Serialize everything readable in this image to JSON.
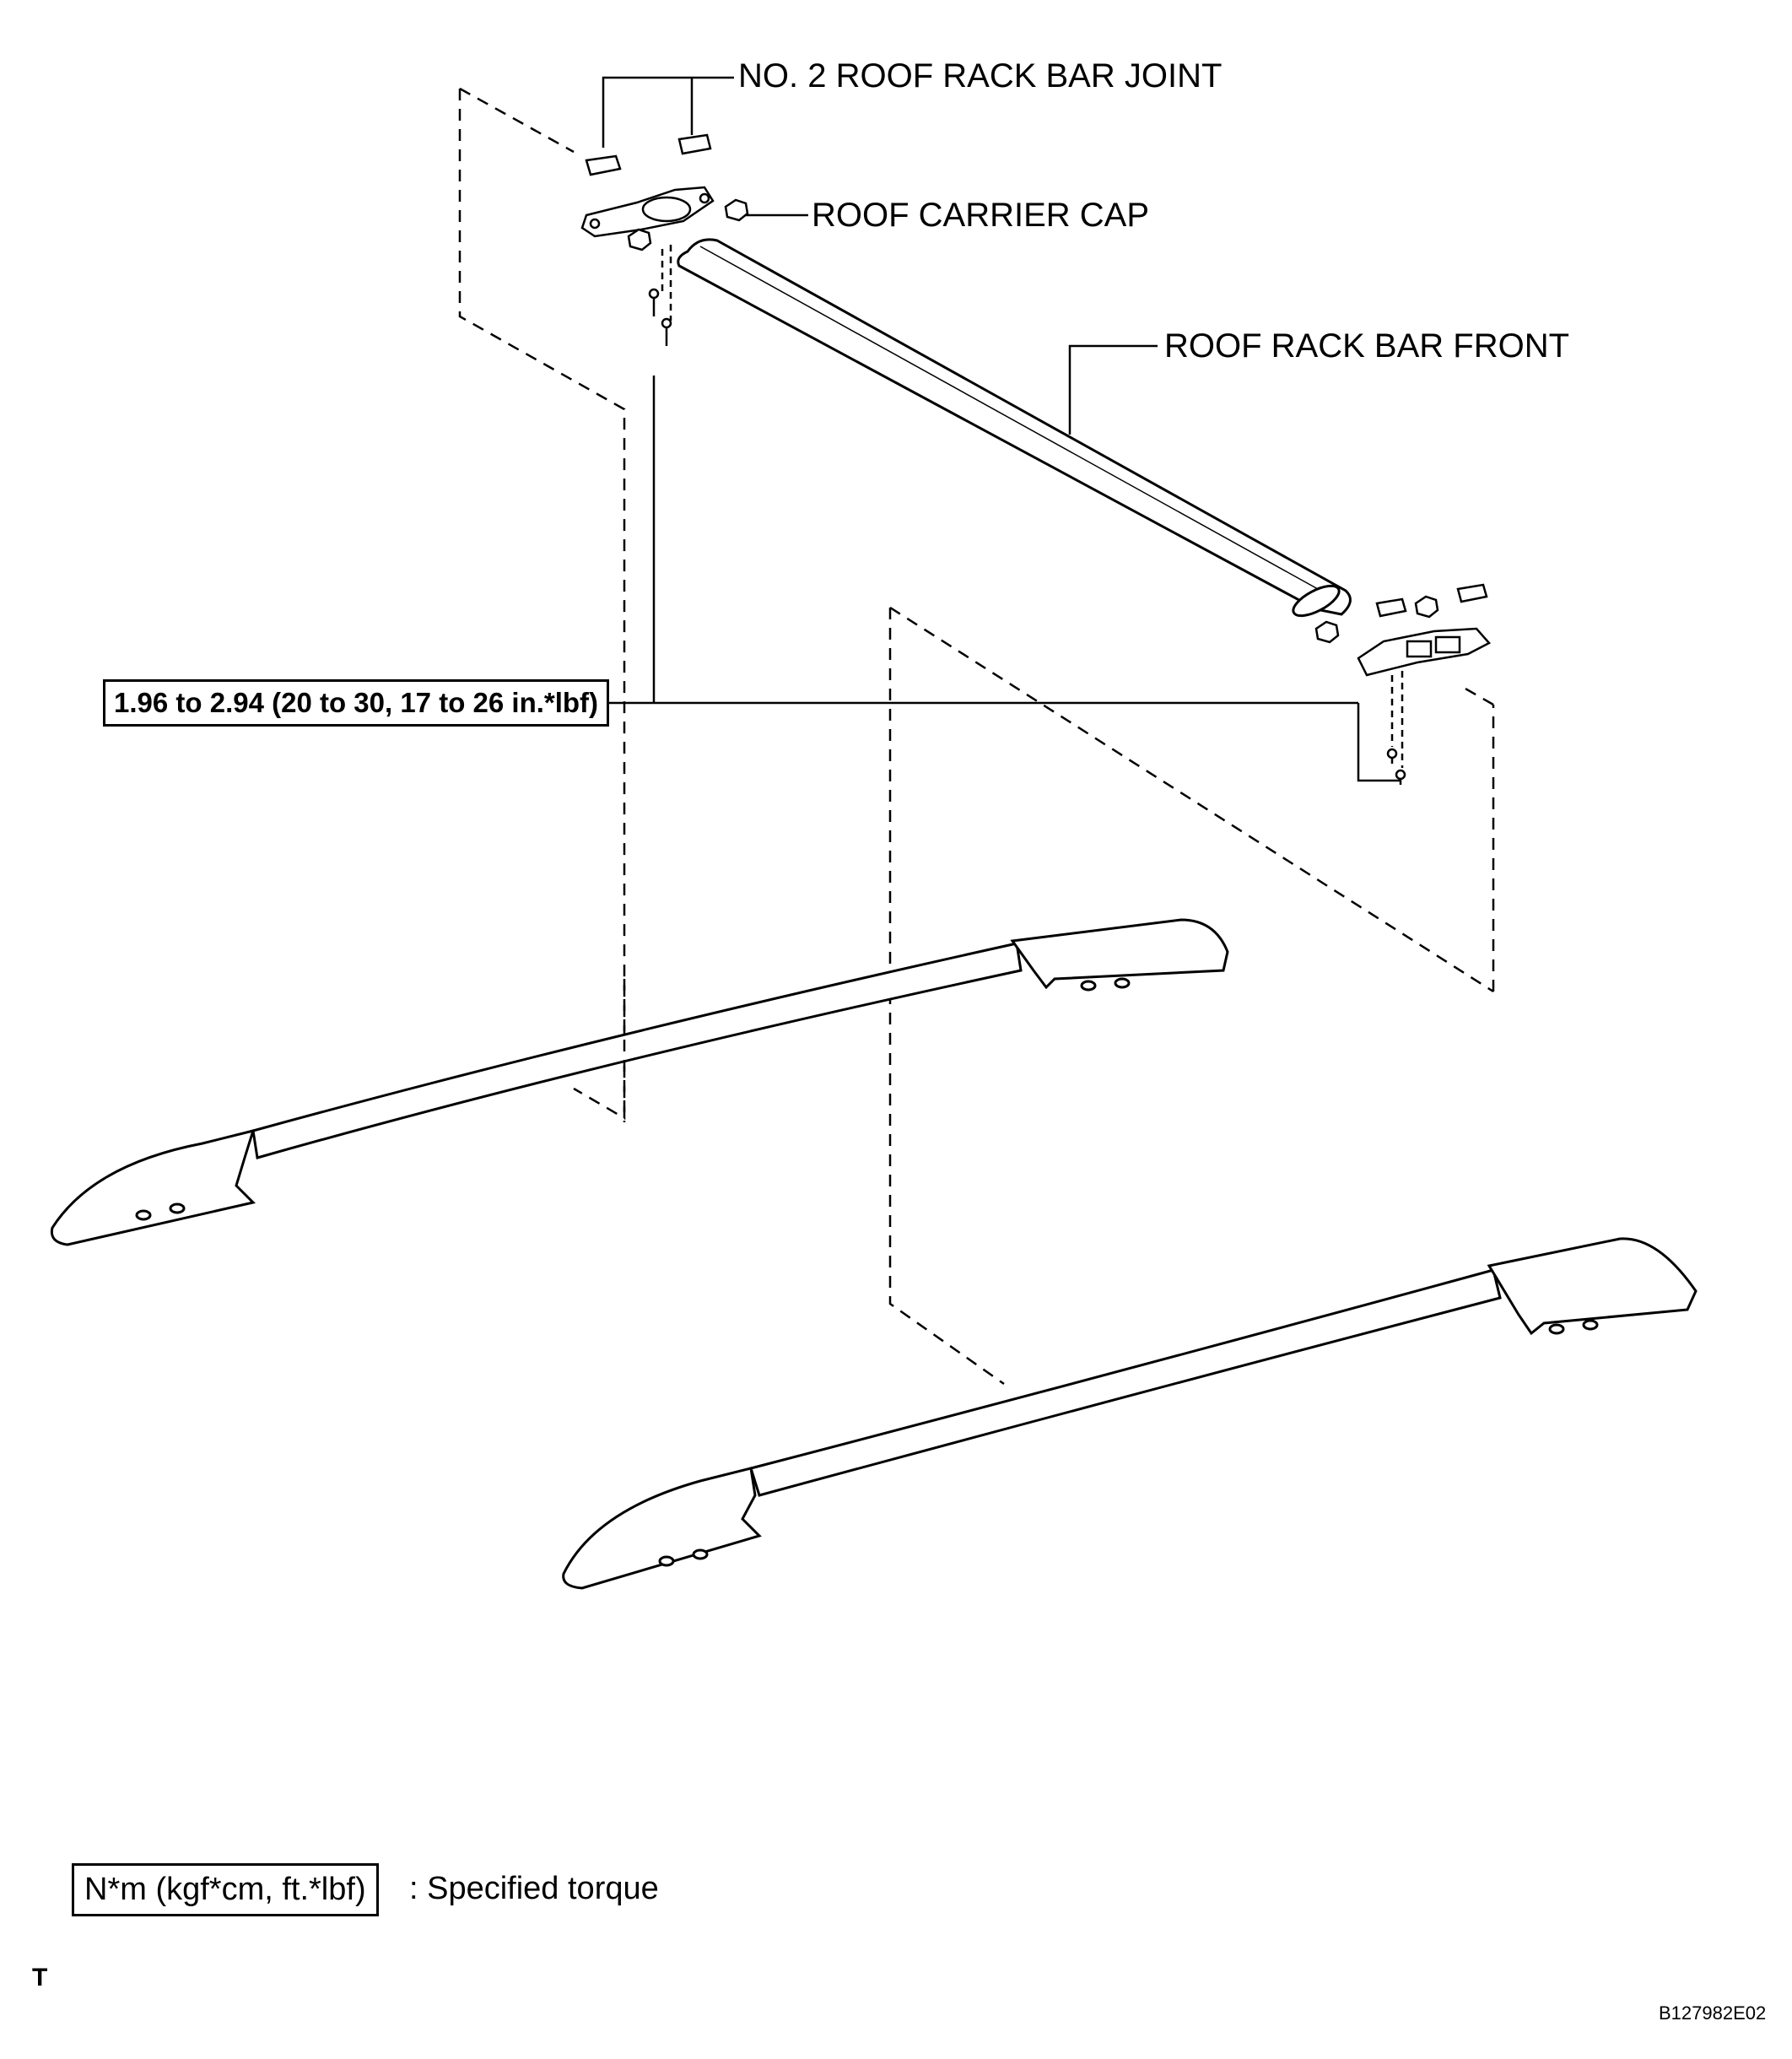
{
  "labels": {
    "joint": "NO. 2 ROOF RACK BAR JOINT",
    "cap": "ROOF CARRIER CAP",
    "bar_front": "ROOF RACK BAR FRONT"
  },
  "torque": {
    "spec": "1.96 to 2.94 (20 to 30, 17 to 26 in.*lbf)"
  },
  "legend": {
    "unit_box": "N*m (kgf*cm, ft.*lbf)",
    "meaning": ": Specified torque"
  },
  "corner_mark": "T",
  "figure_code": "B127982E02"
}
